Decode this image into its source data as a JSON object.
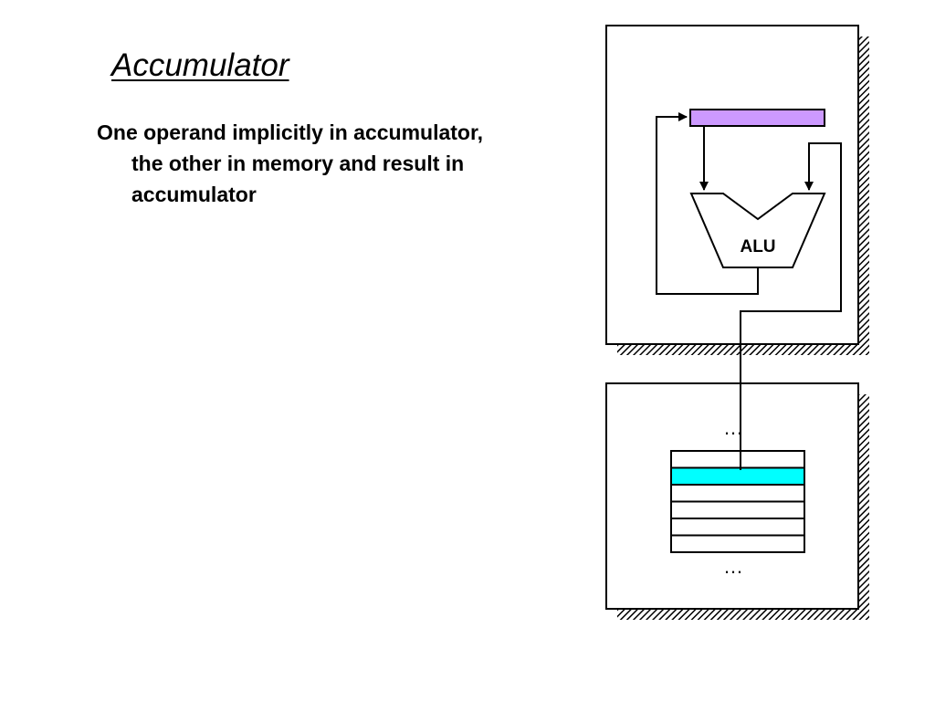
{
  "slide": {
    "title": "Accumulator",
    "bullet": "One operand implicitly in accumulator, the other in memory and result in accumulator"
  },
  "diagram": {
    "alu_label": "ALU",
    "memory_ellipsis_top": "…",
    "memory_ellipsis_bottom": "…",
    "colors": {
      "accumulator_register": "#cc99ff",
      "highlighted_memory_cell": "#00ffff",
      "shadow_hatch": "#000000"
    },
    "memory_cells": [
      "",
      "highlighted",
      "",
      "",
      "",
      ""
    ]
  }
}
